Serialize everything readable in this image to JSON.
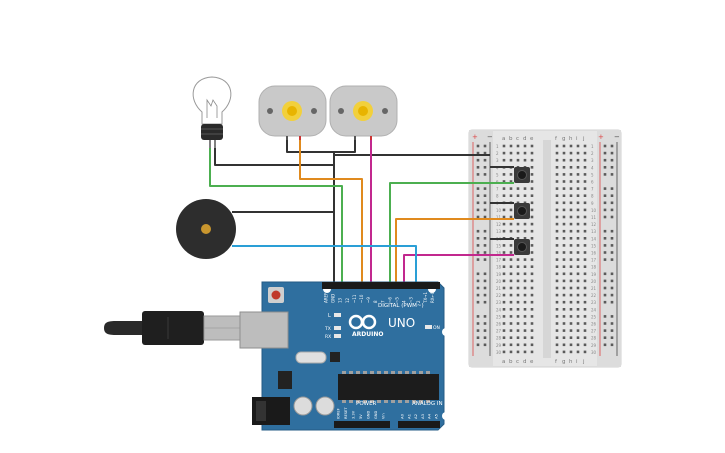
{
  "arduino": {
    "brand": "ARDUINO",
    "model": "UNO",
    "digital_label": "DIGITAL (PWM~)",
    "power_label": "POWER",
    "analog_label": "ANALOG IN",
    "on_label": "ON",
    "l_label": "L",
    "tx_label": "TX",
    "rx_label": "RX",
    "digital_pins": [
      "AREF",
      "GND",
      "13",
      "12",
      "~11",
      "~10",
      "~9",
      "8",
      "7",
      "~6",
      "~5",
      "4",
      "~3",
      "2",
      "TX→1",
      "RX←0"
    ],
    "power_pins": [
      "IOREF",
      "RESET",
      "3.3V",
      "5V",
      "GND",
      "GND",
      "Vin"
    ],
    "analog_pins": [
      "A0",
      "A1",
      "A2",
      "A3",
      "A4",
      "A5"
    ]
  },
  "breadboard": {
    "col_letters_left": [
      "a",
      "b",
      "c",
      "d",
      "e"
    ],
    "col_letters_right": [
      "f",
      "g",
      "h",
      "i",
      "j"
    ],
    "row_numbers": [
      "1",
      "2",
      "3",
      "4",
      "5",
      "6",
      "7",
      "8",
      "9",
      "10",
      "11",
      "12",
      "13",
      "14",
      "15",
      "16",
      "17",
      "18",
      "19",
      "20",
      "21",
      "22",
      "23",
      "24",
      "25",
      "26",
      "27",
      "28",
      "29",
      "30"
    ],
    "rail_plus": "+",
    "rail_minus": "−"
  },
  "colors": {
    "arduino_board": "#2f6f9f",
    "wire_black": "#333333",
    "wire_green": "#4caf50",
    "wire_orange": "#e08a1e",
    "wire_magenta": "#c2288e",
    "wire_blue": "#2a9fd6"
  },
  "icons": [
    "light-bulb-icon",
    "dc-motor-icon",
    "piezo-buzzer-icon",
    "usb-cable-icon",
    "pushbutton-icon"
  ]
}
